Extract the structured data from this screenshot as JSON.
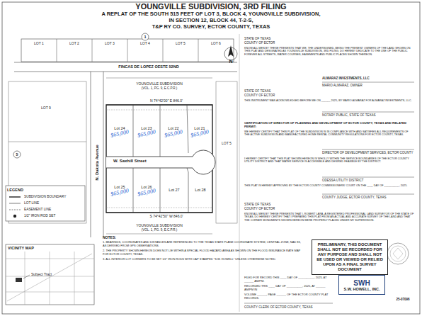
{
  "diagram": {
    "title": "YOUNGVILLE SUBDIVISION, 3RD FILING",
    "nodes": [
      {
        "text": [
          "Lot 24",
          "$65,000"
        ]
      },
      {
        "text": [
          "Lot 23",
          "$65,000"
        ]
      },
      {
        "text": [
          "Lot 22",
          "$65,000"
        ]
      },
      {
        "text": [
          "Lot 21",
          "$65,000"
        ]
      },
      {
        "text": [
          "Lot 25",
          "$65,000"
        ]
      },
      {
        "text": [
          "Lot 26",
          "$65,000"
        ]
      },
      {
        "text": [
          "Lot 27"
        ]
      },
      {
        "text": [
          "Lot 28"
        ]
      },
      {
        "text": [
          "VICINITY MAP"
        ]
      },
      {
        "text": [
          "PRELIMINARY, THIS DOCUMENT SHALL NOT BE RECORDED FOR ANY PURPOSE AND SHALL NOT BE USED OR VIEWED OR RELIED UPON AS A FINAL SURVEY DOCUMENT"
        ]
      },
      {
        "text": [
          "SWH",
          "S.W. HOWELL, INC."
        ]
      }
    ],
    "labels": [
      "A REPLAT OF THE SOUTH 515 FEET OF LOT 3, BLOCK 4, YOUNGVILLE SUBDIVISION,",
      "IN SECTION 12, BLOCK 44, T-2-S,",
      "T&P RY CO. SURVEY, ECTOR COUNTY, TEXAS",
      "LOT 1",
      "LOT 2",
      "LOT 3",
      "LOT 4",
      "LOT 5",
      "LOT 6",
      "1",
      "FINCAS DE LOPEZ OESTE 52ND",
      "N",
      "YOUNGVILLE SUBDIVISION",
      "(VOL. 1, PG. 9, E.C.P.R.)",
      "N 74°42'00\" E  846.0'",
      "LOT 9",
      "5",
      "N. Dakota Avenue",
      "W. Saxhill Street",
      "S 74°42'50\" W  846.0'",
      "YOUNGVILLE SUBDIVISION",
      "(VOL. 1, PG. 9, E.C.P.R.)",
      "LOT 5",
      "LEGEND",
      "Subject Tract",
      "NOTES:",
      "1. BEARINGS, COORDINATES AND DISTANCES ARE REFERENCED TO THE TEXAS STATE PLANE COORDINATE SYSTEM, CENTRAL ZONE, NAD 83, AS DERIVED FROM GPS OBSERVATIONS.",
      "2. THE PROPERTY SHOWN HEREON DOES NOT LIE WITHIN A SPECIAL FLOOD HAZARD AREA AS SHOWN ON THE FLOOD INSURANCE RATE MAP FOR ECTOR COUNTY, TEXAS.",
      "3. ALL INTERIOR LOT CORNERS TO BE SET 1/2\" IRON RODS WITH CAP STAMPED \"S.W. HOWELL\" UNLESS OTHERWISE NOTED.",
      "STATE OF TEXAS",
      "COUNTY OF ECTOR",
      "KNOW ALL MEN BY THESE PRESENTS THAT WE, THE UNDERSIGNED, BEING THE PRESENT OWNERS OF THE LAND SHOWN ON THIS PLAT AND DESIGNATED AS YOUNGVILLE SUBDIVISION, 3RD FILING, DO HEREBY DEDICATE TO THE USE OF THE PUBLIC FOREVER ALL STREETS, WATER COURSES, EASEMENTS AND PUBLIC PLACES SHOWN THEREON.",
      "ALMARAZ INVESTMENTS, LLC",
      "MARIO ALMARAZ, OWNER",
      "STATE OF TEXAS",
      "COUNTY OF ECTOR",
      "THIS INSTRUMENT WAS ACKNOWLEDGED BEFORE ME ON ______ 2025, BY MARIO ALMARAZ FOR ALMARAZ INVESTMENTS, LLC.",
      "NOTARY PUBLIC, STATE OF TEXAS",
      "CERTIFICATION OF DIRECTOR OF PLANNING AND DEVELOPMENT OF ECTOR COUNTY, TEXAS AND RELATED PERMIT:",
      "WE HEREBY CERTIFY THAT THIS PLAT OF THE SUBDIVISION IS IN COMPLIANCE WITH AND SATISFIES ALL REQUIREMENTS OF THE ACTIVE SUBDIVISION AND MANUFACTURED HOME RENTAL COMMUNITY REGULATIONS FOR ECTOR COUNTY, TEXAS.",
      "DIRECTOR OF DEVELOPMENT SERVICES, ECTOR COUNTY",
      "I HEREBY CERTIFY THAT THIS PLAT SHOWN HEREON IS WHOLLY WITHIN THE SERVICE BOUNDARIES OF THE ECTOR COUNTY UTILITY DISTRICT AND THAT WATER SERVICE IS ACCESSIBLE AND DESIRED FEASIBLE BY THE DISTRICT.",
      "ODESSA UTILITY DISTRICT",
      "THIS PLAT IS HEREBY APPROVED BY THE ECTOR COUNTY COMMISSIONERS' COURT ON THE ____ DAY OF __________, 2025.",
      "COUNTY JUDGE, ECTOR COUNTY, TEXAS",
      "STATE OF TEXAS",
      "COUNTY OF ECTOR",
      "KNOW ALL MEN BY THESE PRESENTS THAT I, ROBERT LARA, A REGISTERED PROFESSIONAL LAND SURVEYOR OF THE STATE OF TEXAS, DO HEREBY CERTIFY THAT I PREPARED THIS PLAT FROM AN ACTUAL AND ACCURATE SURVEY OF THE LAND AND THAT THE CORNER MONUMENTS SHOWN HEREON WERE PROPERLY PLACED UNDER MY SUPERVISION.",
      "FILED FOR RECORD THIS ____ DAY OF __________, 2025, AT ______ AM/PM.",
      "RECORDED THIS ____ DAY OF __________, 2025, AT ______ AM/PM IN",
      "VOLUME ______, PAGE ______ OF THE ECTOR COUNTY PLAT RECORDS.",
      "COUNTY CLERK OF ECTOR COUNTY, TEXAS",
      "25-07096"
    ],
    "legend": [
      {
        "text": "SUBDIVISION BOUNDARY"
      },
      {
        "text": "LOT LINE"
      },
      {
        "text": "EASEMENT LINE"
      },
      {
        "text": "1/2\" IRON ROD SET"
      }
    ]
  }
}
